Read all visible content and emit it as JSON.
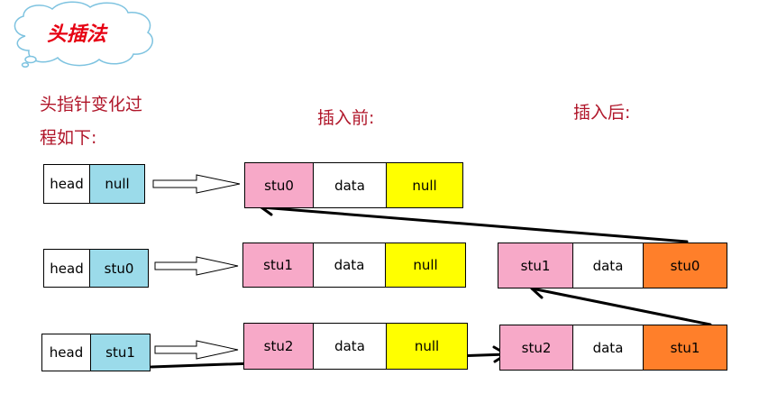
{
  "title": "头插法",
  "labels": {
    "desc_line1": "头指针变化过",
    "desc_line2": "程如下:",
    "before": "插入前:",
    "after": "插入后:"
  },
  "colors": {
    "white": "#ffffff",
    "blue": "#9bdbea",
    "pink": "#f7a9c8",
    "yellow": "#ffff00",
    "orange": "#ff7f2a",
    "title_red": "#e60012",
    "label_red": "#b0162a"
  },
  "rows": [
    {
      "head": {
        "label": "head",
        "value": "null"
      },
      "before": [
        "stu0",
        "data",
        "null"
      ],
      "after": null
    },
    {
      "head": {
        "label": "head",
        "value": "stu0"
      },
      "before": [
        "stu1",
        "data",
        "null"
      ],
      "after": [
        "stu1",
        "data",
        "stu0"
      ]
    },
    {
      "head": {
        "label": "head",
        "value": "stu1"
      },
      "before": [
        "stu2",
        "data",
        "null"
      ],
      "after": [
        "stu2",
        "data",
        "stu1"
      ]
    }
  ]
}
